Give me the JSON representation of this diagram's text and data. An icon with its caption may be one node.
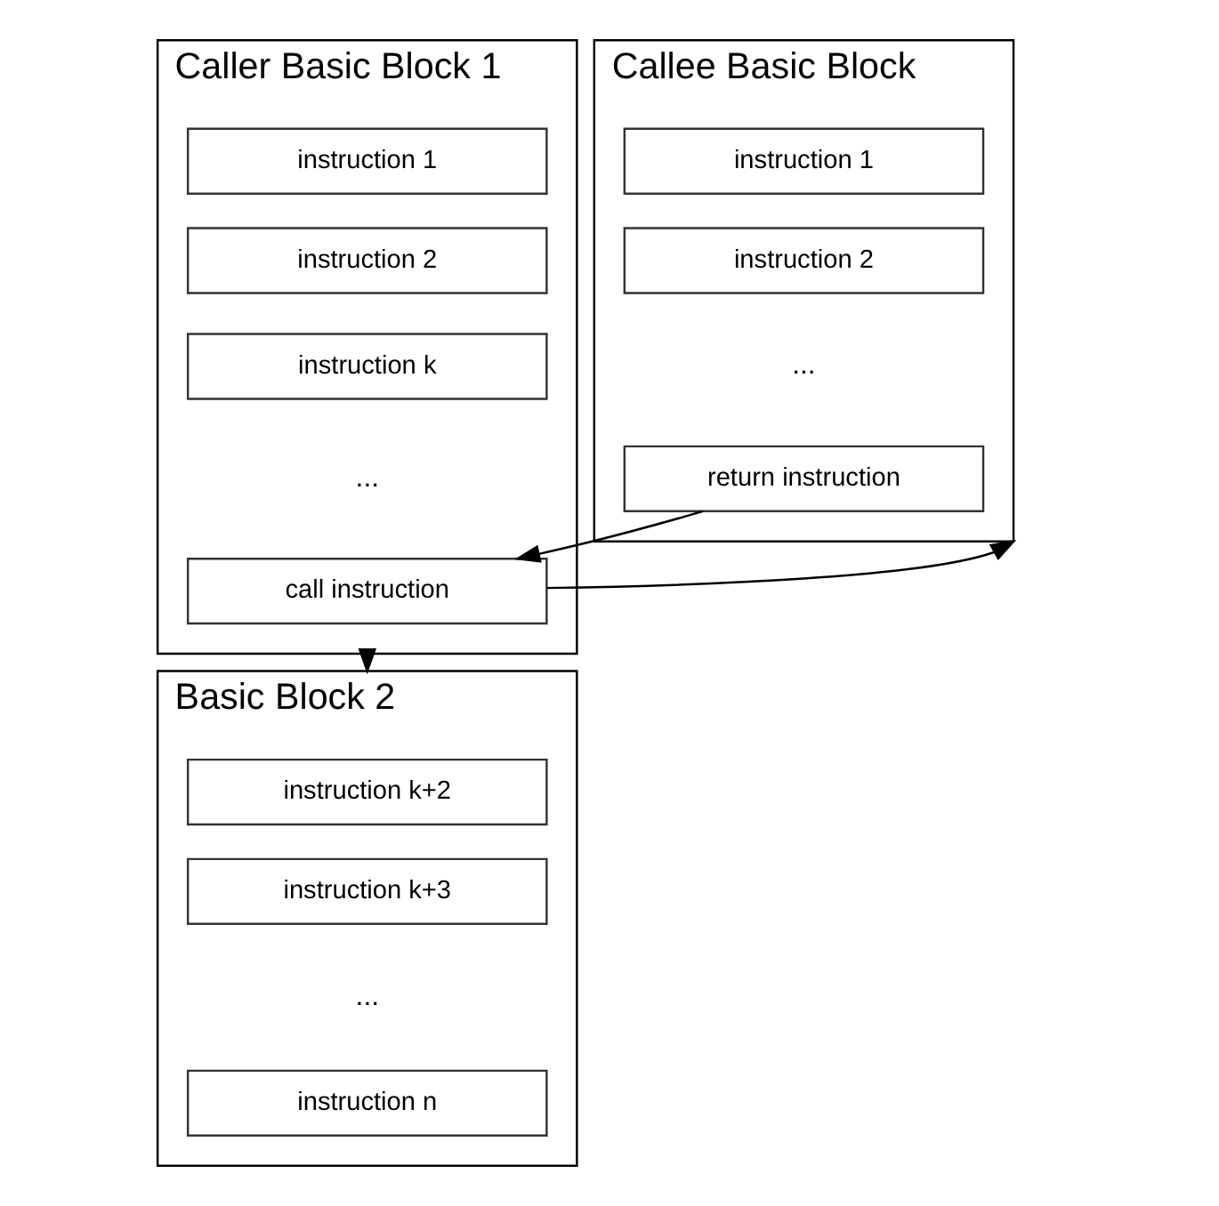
{
  "diagram": {
    "nodes": [
      {
        "text": [
          "Caller Basic Block 1"
        ]
      },
      {
        "text": [
          "instruction 1"
        ],
        "in": 0
      },
      {
        "text": [
          "instruction 2"
        ],
        "in": 0
      },
      {
        "text": [
          "instruction k"
        ],
        "in": 0
      },
      {
        "text": [
          "call instruction"
        ],
        "in": 0
      },
      {
        "text": [
          "Callee Basic Block"
        ]
      },
      {
        "text": [
          "instruction 1"
        ],
        "in": 5
      },
      {
        "text": [
          "instruction 2"
        ],
        "in": 5
      },
      {
        "text": [
          "return instruction"
        ],
        "in": 5
      },
      {
        "text": [
          "Basic Block 2"
        ]
      },
      {
        "text": [
          "instruction k+2"
        ],
        "in": 9
      },
      {
        "text": [
          "instruction k+3"
        ],
        "in": 9
      },
      {
        "text": [
          "instruction n"
        ],
        "in": 9
      }
    ],
    "edges": [
      {
        "from": 4,
        "to": 5,
        "arrow": "to"
      },
      {
        "from": 8,
        "to": 4,
        "arrow": "to"
      },
      {
        "from": 0,
        "to": 9,
        "arrow": "to"
      }
    ],
    "labels": [
      "...",
      "...",
      "..."
    ]
  }
}
